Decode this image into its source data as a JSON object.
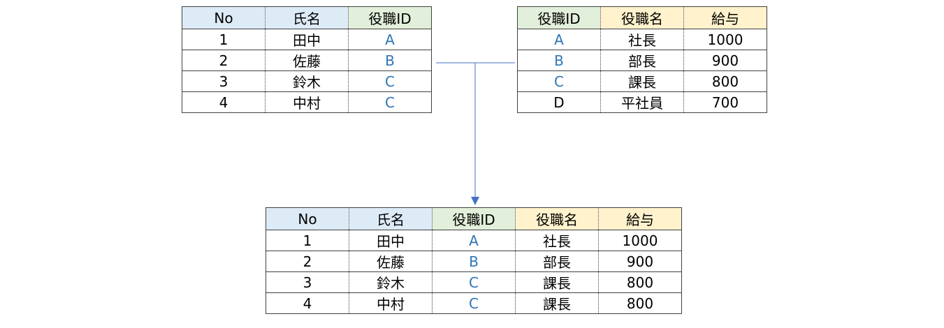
{
  "employee_table": {
    "headers": [
      "No",
      "氏名",
      "役職ID"
    ],
    "rows": [
      [
        "1",
        "田中",
        "A"
      ],
      [
        "2",
        "佐藤",
        "B"
      ],
      [
        "3",
        "鈴木",
        "C"
      ],
      [
        "4",
        "中村",
        "C"
      ]
    ]
  },
  "position_table": {
    "headers": [
      "役職ID",
      "役職名",
      "給与"
    ],
    "rows": [
      [
        "A",
        "社長",
        "1000"
      ],
      [
        "B",
        "部長",
        "900"
      ],
      [
        "C",
        "課長",
        "800"
      ],
      [
        "D",
        "平社員",
        "700"
      ]
    ]
  },
  "joined_table": {
    "headers": [
      "No",
      "氏名",
      "役職ID",
      "役職名",
      "給与"
    ],
    "rows": [
      [
        "1",
        "田中",
        "A",
        "社長",
        "1000"
      ],
      [
        "2",
        "佐藤",
        "B",
        "部長",
        "900"
      ],
      [
        "3",
        "鈴木",
        "C",
        "課長",
        "800"
      ],
      [
        "4",
        "中村",
        "C",
        "課長",
        "800"
      ]
    ]
  },
  "colors": {
    "header_blue": "#ddebf7",
    "header_green": "#e2efda",
    "header_orange": "#fff2cc",
    "id_text": "#2e75b6",
    "connector": "#4472c4",
    "border": "#404040"
  }
}
